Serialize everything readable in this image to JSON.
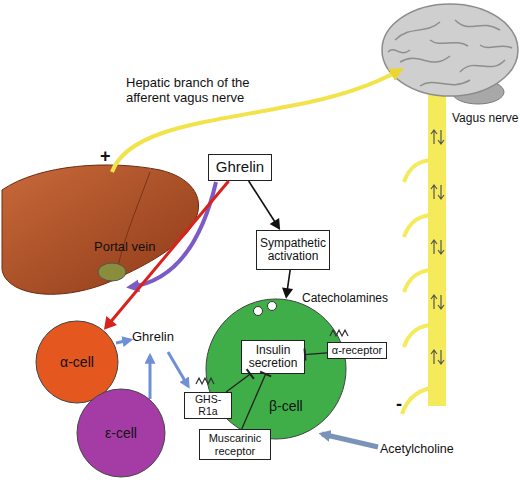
{
  "diagram": {
    "nodes": [
      {
        "text": [
          "Ghrelin"
        ]
      },
      {
        "text": [
          "Sympathetic activation"
        ]
      },
      {
        "text": [
          "α-cell"
        ]
      },
      {
        "text": [
          "ε-cell"
        ]
      },
      {
        "text": [
          "β-cell"
        ]
      },
      {
        "text": [
          "Insulin secretion"
        ],
        "in": 4
      },
      {
        "text": [
          "GHS-R1a"
        ],
        "in": 4
      },
      {
        "text": [
          "α-receptor"
        ],
        "in": 4
      },
      {
        "text": [
          "Muscarinic receptor"
        ],
        "in": 4
      }
    ],
    "edges": [
      {
        "from": 0,
        "to": 1,
        "arrow": "to"
      },
      {
        "from": 0,
        "to": 2,
        "arrow": "to"
      },
      {
        "from": 1,
        "to": 4,
        "arrow": "to"
      },
      {
        "from": 6,
        "to": 5,
        "arrow": "to"
      },
      {
        "from": 7,
        "to": 5,
        "arrow": "to"
      },
      {
        "from": 8,
        "to": 5,
        "arrow": "to"
      }
    ],
    "labels": [
      "Hepatic branch of the afferent vagus nerve",
      "+",
      "Vagus nerve",
      "Portal vein",
      "Catecholamines",
      "Ghrelin",
      "Acetylcholine",
      "-"
    ]
  }
}
